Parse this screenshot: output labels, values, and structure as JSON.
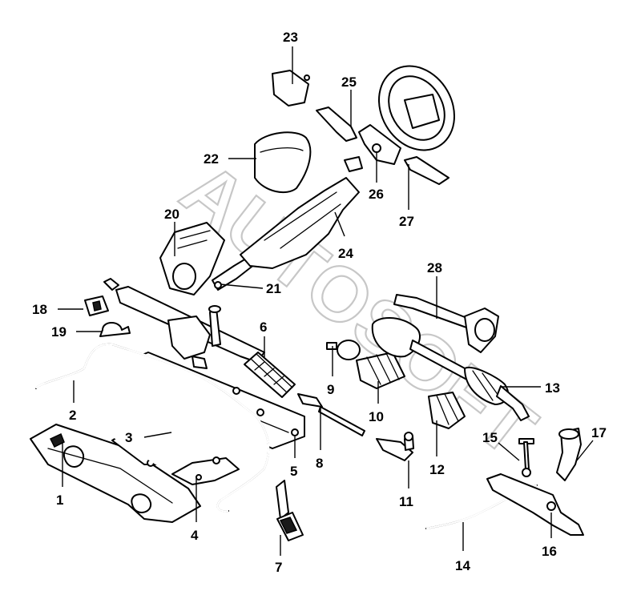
{
  "colors": {
    "line": "#000000",
    "background": "#ffffff",
    "watermark": "#9a9a9a"
  },
  "watermark": "AUTOSOFT",
  "callouts": [
    "1",
    "2",
    "3",
    "4",
    "5",
    "6",
    "7",
    "8",
    "9",
    "10",
    "11",
    "12",
    "13",
    "14",
    "15",
    "16",
    "17",
    "18",
    "19",
    "20",
    "21",
    "22",
    "23",
    "24",
    "25",
    "26",
    "27",
    "28"
  ]
}
